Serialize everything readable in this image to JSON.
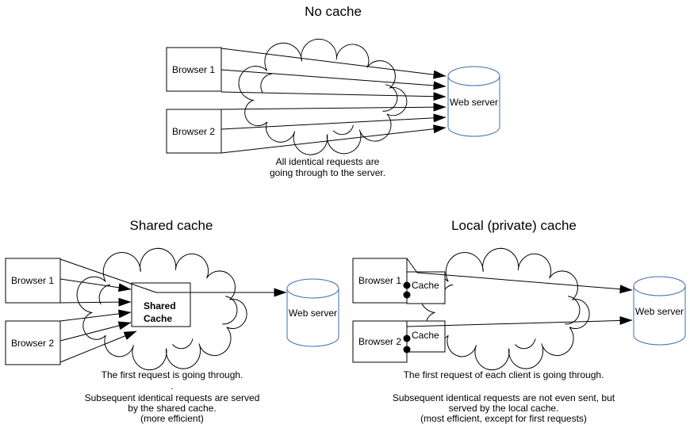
{
  "colors": {
    "stroke": "#000000",
    "cylinder_stroke": "#3c6eb4",
    "background": "#ffffff"
  },
  "diagrams": {
    "no_cache": {
      "title": "No cache",
      "browser1": "Browser 1",
      "browser2": "Browser 2",
      "server": "Web server",
      "caption": [
        "All identical requests are",
        "going through to the server."
      ]
    },
    "shared_cache": {
      "title": "Shared cache",
      "browser1": "Browser 1",
      "browser2": "Browser 2",
      "cache_line1": "Shared",
      "cache_line2": "Cache",
      "server": "Web server",
      "caption": [
        "The first request is going through.",
        ".",
        "Subsequent identical requests are served",
        "by the shared cache.",
        "(more efficient)"
      ]
    },
    "local_cache": {
      "title": "Local (private) cache",
      "browser1": "Browser 1",
      "browser2": "Browser 2",
      "cache1": "Cache",
      "cache2": "Cache",
      "server": "Web server",
      "caption": [
        "The first request of each client is going through.",
        "Subsequent identical requests are not even sent, but",
        "served by the local cache.",
        "(most efficient, except for first requests)"
      ]
    }
  }
}
